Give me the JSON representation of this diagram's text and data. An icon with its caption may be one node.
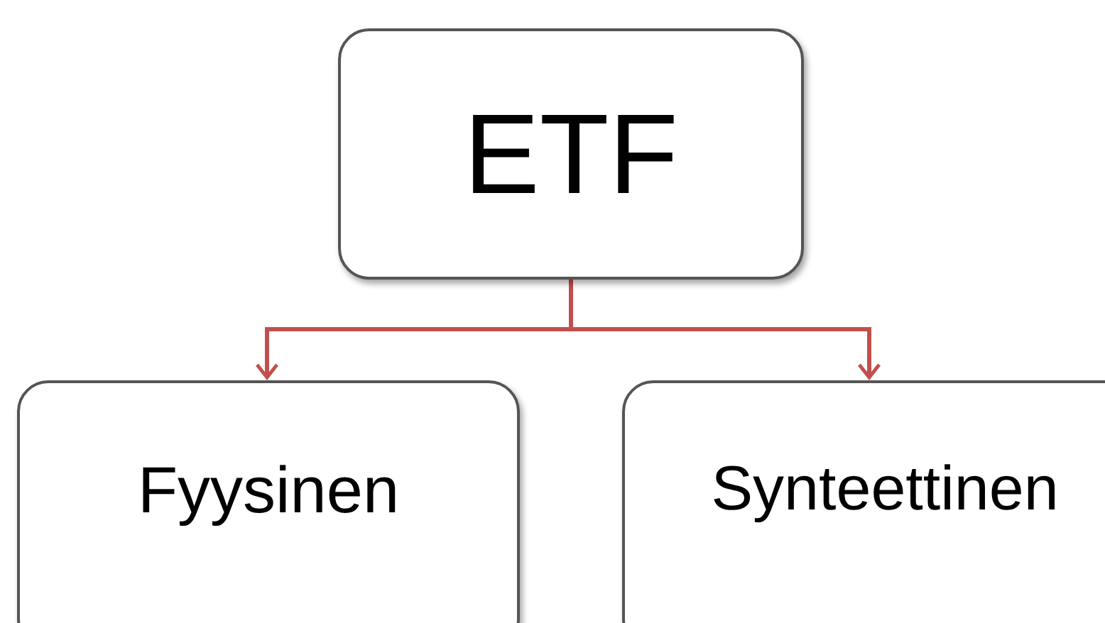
{
  "diagram": {
    "nodes": [
      {
        "text": [
          "ETF"
        ]
      },
      {
        "text": [
          "Fyysinen"
        ]
      },
      {
        "text": [
          "Synteettinen"
        ]
      }
    ],
    "edges": [
      {
        "from": 0,
        "to": 1,
        "arrow": "to"
      },
      {
        "from": 0,
        "to": 2,
        "arrow": "to"
      }
    ]
  }
}
